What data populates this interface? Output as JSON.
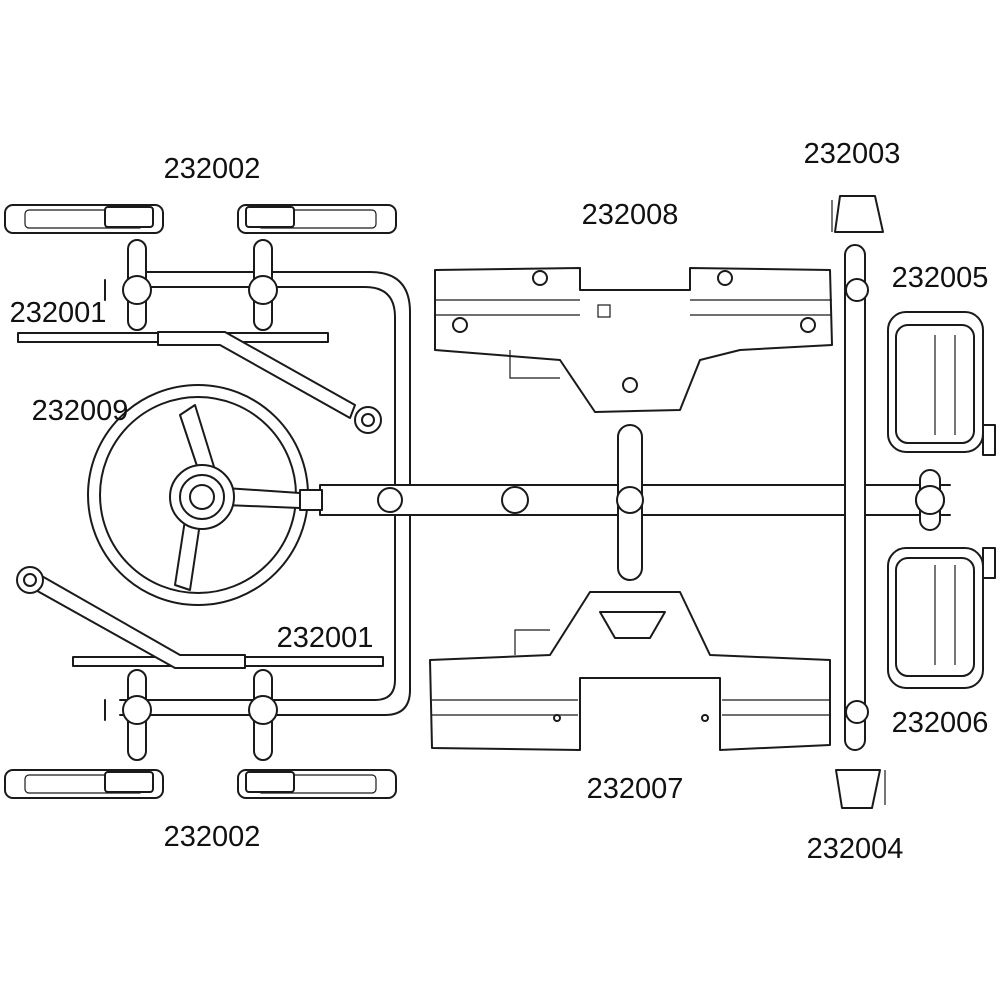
{
  "title": "Parts sprue diagram",
  "colors": {
    "line": "#1a1a1a",
    "background": "#ffffff"
  },
  "labels": {
    "part_232002_top": "232002",
    "part_232002_bottom": "232002",
    "part_232001_top": "232001",
    "part_232001_bottom": "232001",
    "part_232009": "232009",
    "part_232008": "232008",
    "part_232007": "232007",
    "part_232003": "232003",
    "part_232004": "232004",
    "part_232005": "232005",
    "part_232006": "232006"
  }
}
